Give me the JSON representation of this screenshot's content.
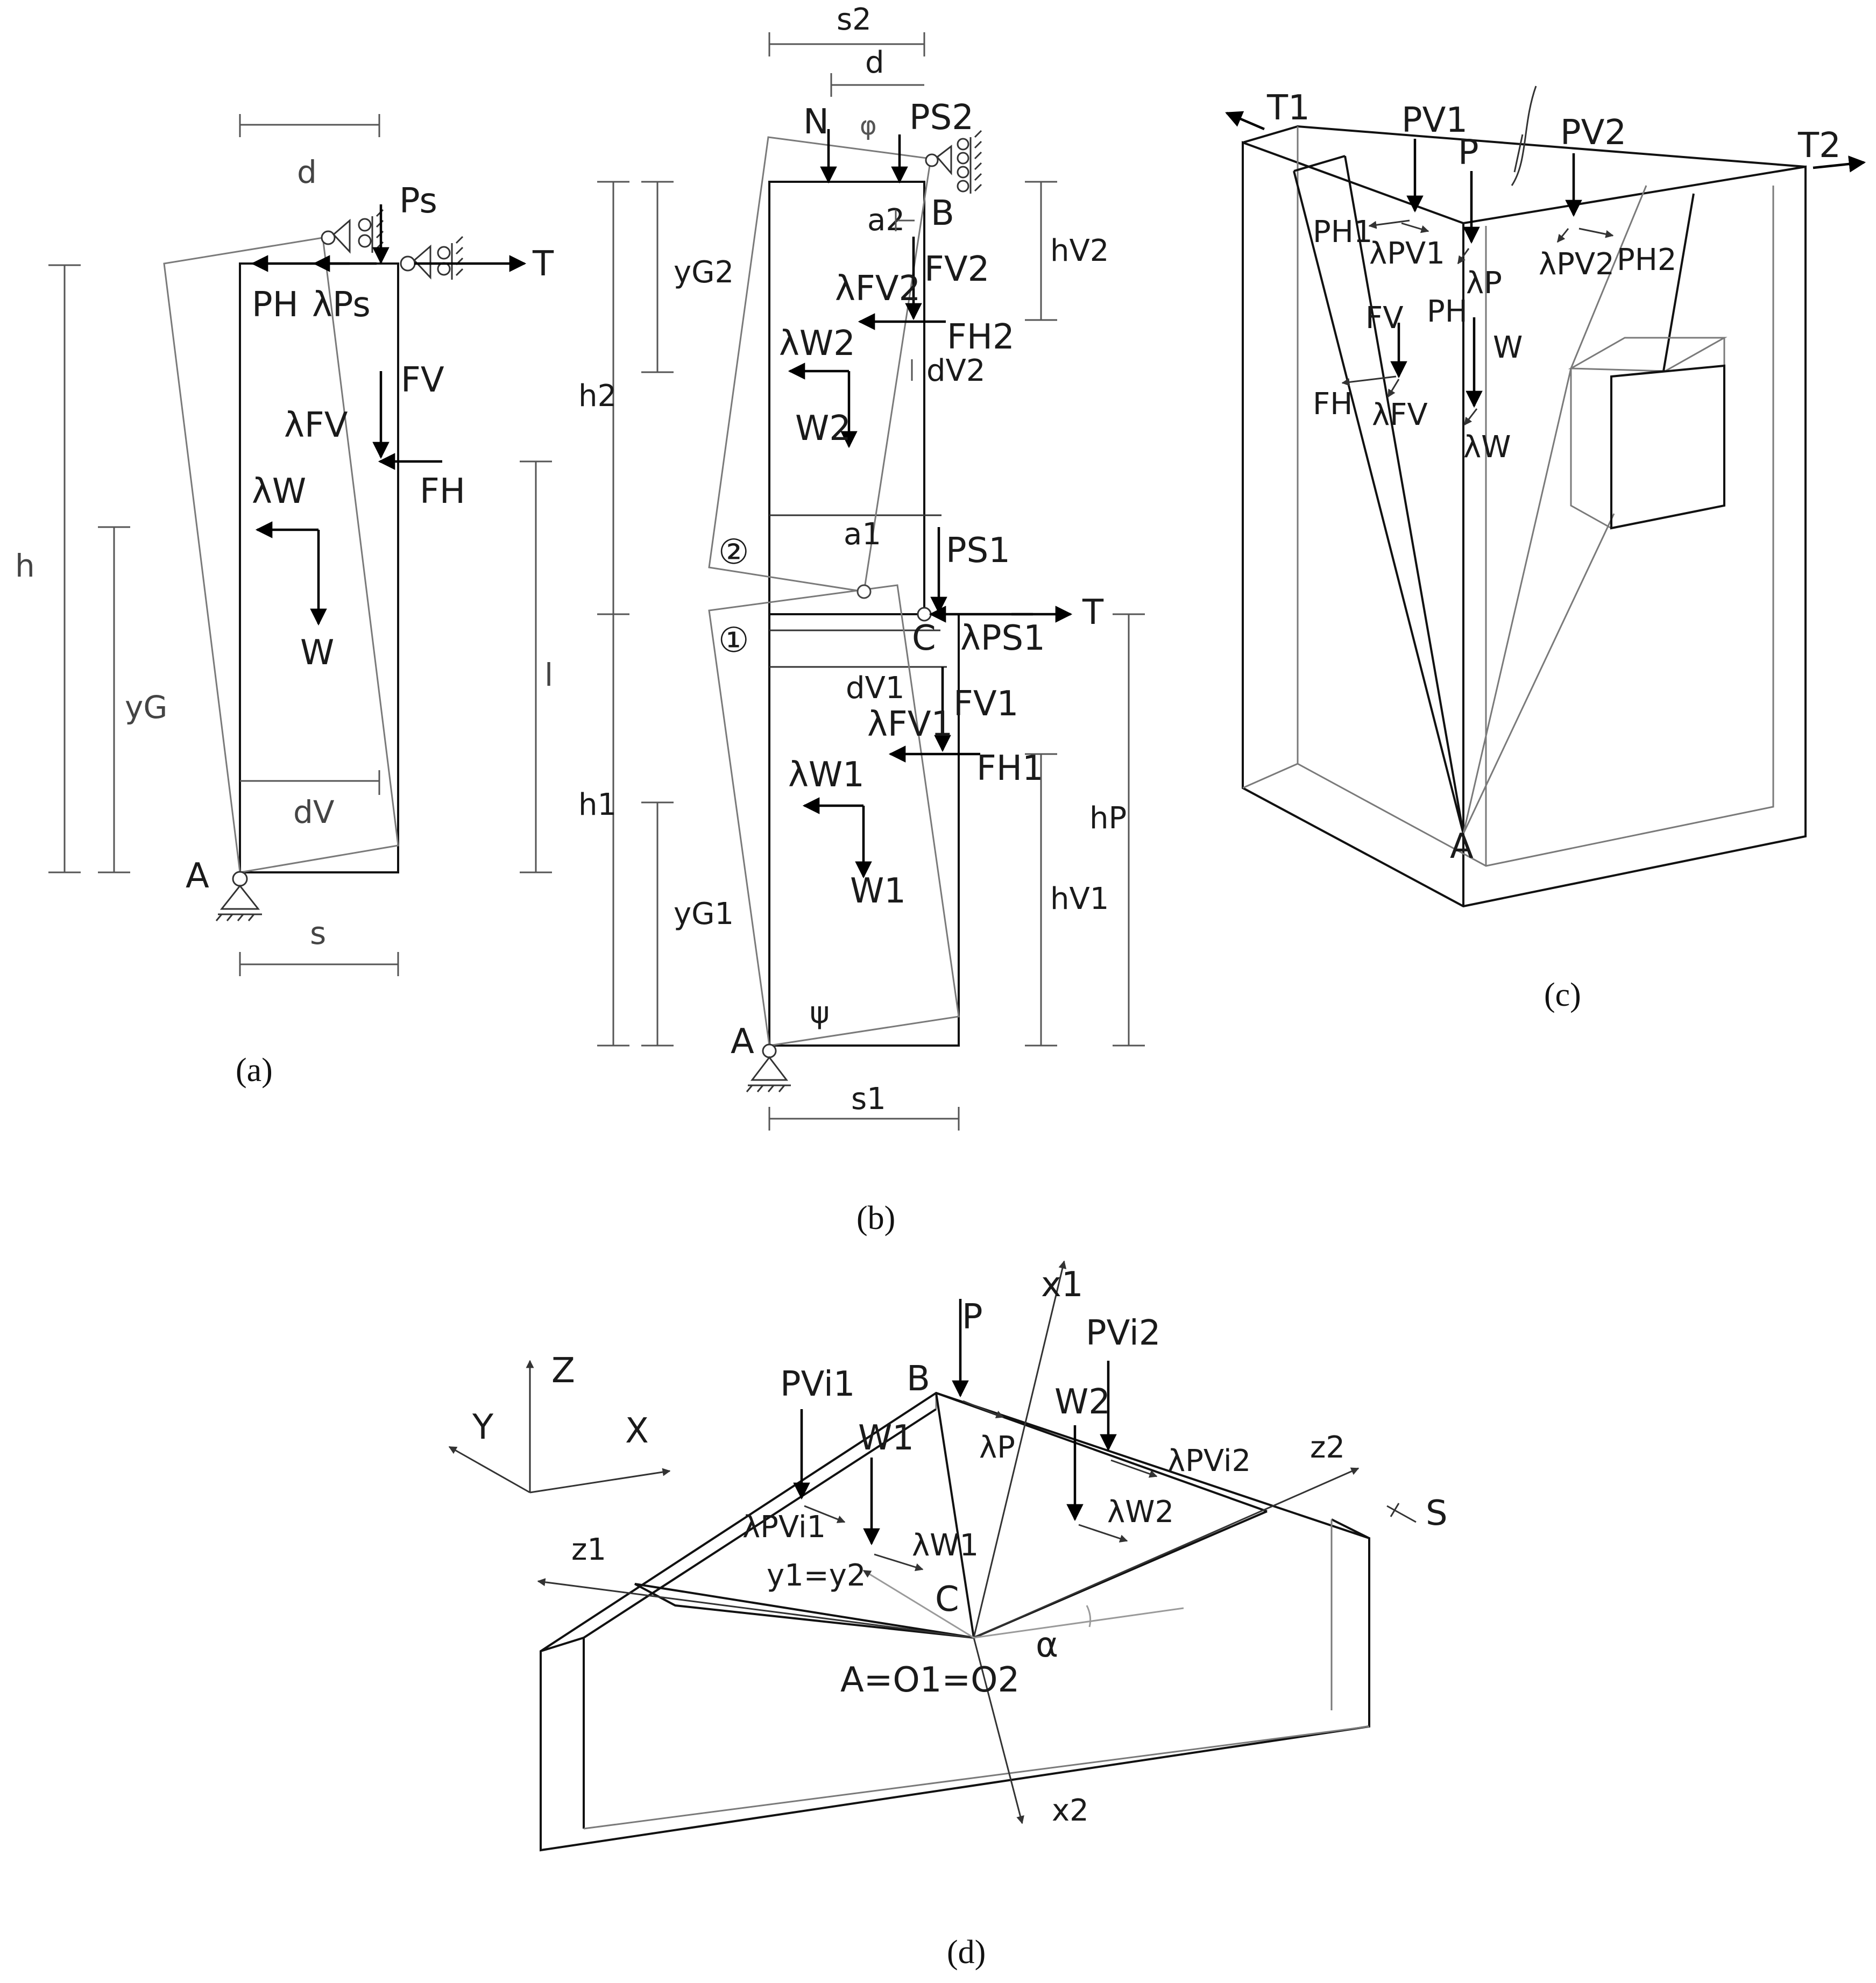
{
  "captions": {
    "a": "(a)",
    "b": "(b)",
    "c": "(c)",
    "d": "(d)"
  },
  "panel_a": {
    "d": "d",
    "Ps": "Ps",
    "T": "T",
    "PH": "PH",
    "lPs": "λPs",
    "Fv": "FV",
    "lFv": "λFV",
    "FH": "FH",
    "lW": "λW",
    "W": "W",
    "h": "h",
    "yG": "yG",
    "l": "l",
    "dv": "dV",
    "A": "A",
    "s": "s"
  },
  "panel_b": {
    "s2": "s2",
    "d": "d",
    "N": "N",
    "phi": "φ",
    "Ps2": "PS2",
    "B": "B",
    "a2": "a2",
    "hv2": "hV2",
    "yG2": "yG2",
    "lFv2": "λFV2",
    "Fv2": "FV2",
    "FH2": "FH2",
    "lW2": "λW2",
    "W2": "W2",
    "dv2": "dV2",
    "h2": "h2",
    "a1": "a1",
    "Ps1": "PS1",
    "two": "②",
    "one": "①",
    "C": "C",
    "T": "T",
    "lPs1": "λPS1",
    "dv1": "dV1",
    "lFv1": "λFV1",
    "Fv1": "FV1",
    "FH1": "FH1",
    "lW1": "λW1",
    "W1": "W1",
    "h1": "h1",
    "hP": "hP",
    "hv1": "hV1",
    "yG1": "yG1",
    "A": "A",
    "psi": "ψ",
    "s1": "s1"
  },
  "panel_c": {
    "T1": "T1",
    "T2": "T2",
    "Pv1": "PV1",
    "Pv2": "PV2",
    "P": "P",
    "PH1": "PH1",
    "lPv1": "λPV1",
    "lP": "λP",
    "PH": "PH",
    "lPv2": "λPV2",
    "PH2": "PH2",
    "W": "W",
    "Fv": "FV",
    "FH": "FH",
    "lFv": "λFV",
    "lW": "λW",
    "A": "A"
  },
  "panel_d": {
    "Z": "Z",
    "Y": "Y",
    "X": "X",
    "Pvi1": "PVi1",
    "B": "B",
    "P": "P",
    "x1": "x1",
    "Pvi2": "PVi2",
    "W1": "W1",
    "W2": "W2",
    "lP": "λP",
    "lPvi2": "λPVi2",
    "z2": "z2",
    "S": "S",
    "lPvi1": "λPVi1",
    "lW1": "λW1",
    "lW2": "λW2",
    "z1": "z1",
    "y1y2": "y1=y2",
    "C": "C",
    "alpha": "α",
    "AO": "A=O1=O2",
    "x2": "x2"
  }
}
